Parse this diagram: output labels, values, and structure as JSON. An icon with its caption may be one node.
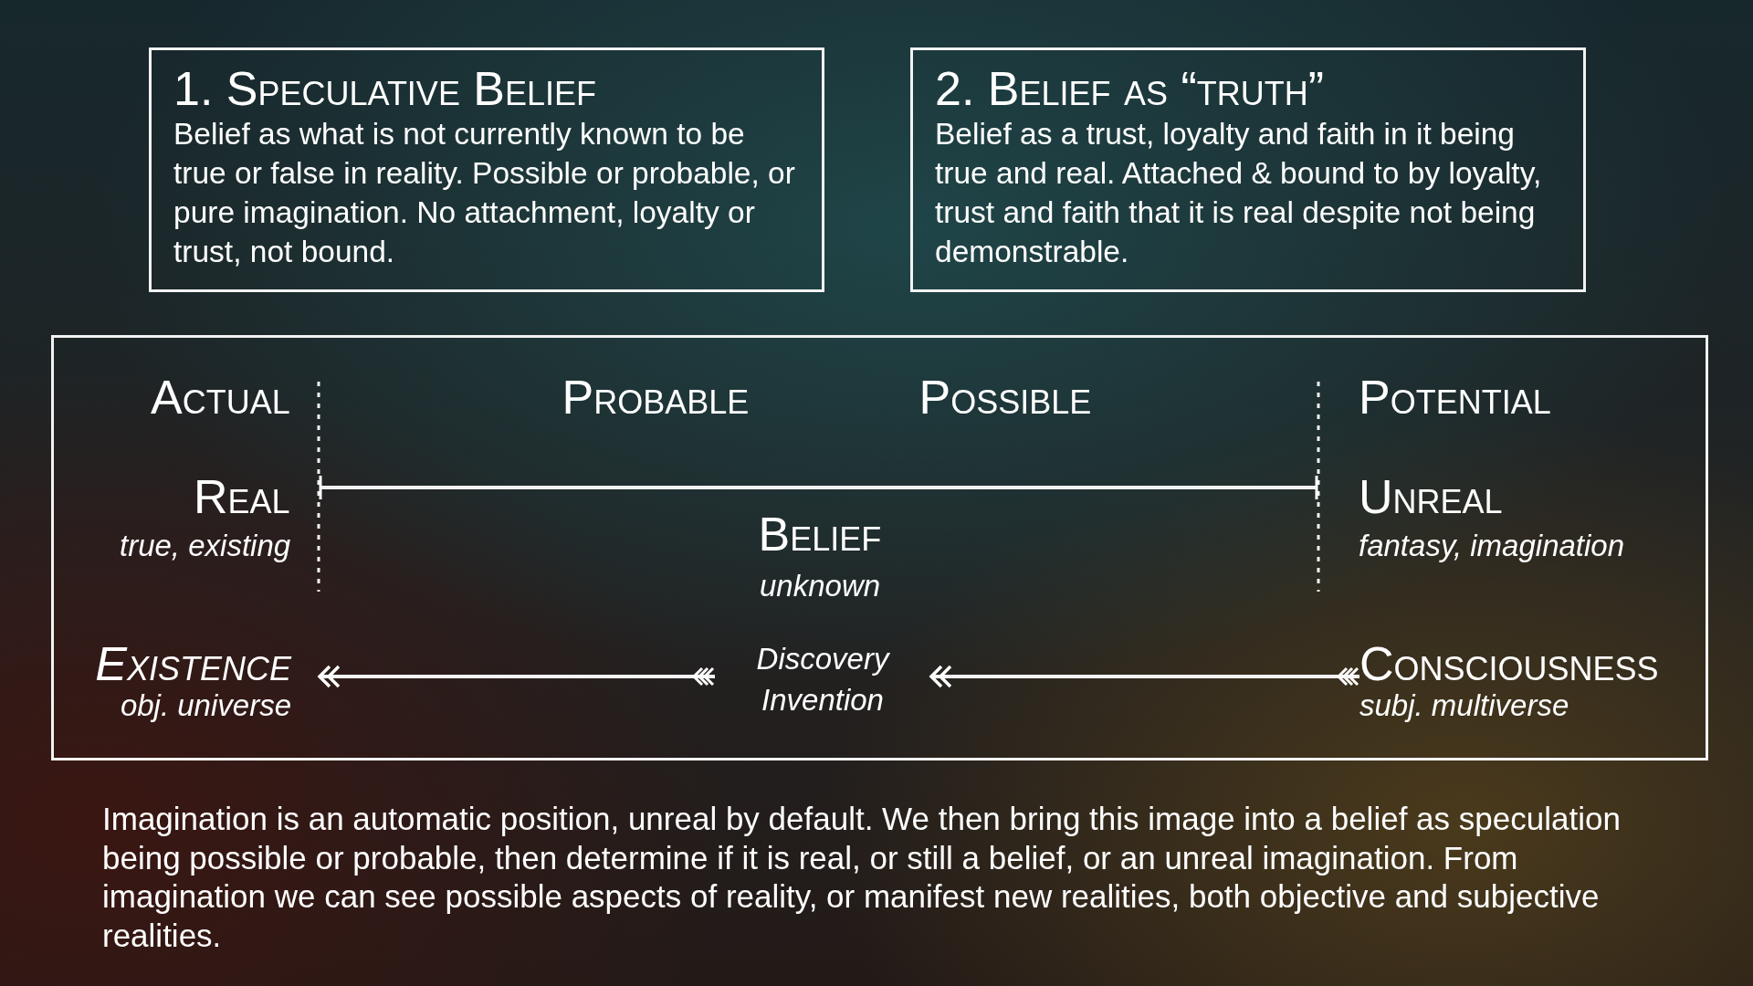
{
  "diagram": {
    "caption": "Imagination is an automatic position, unreal by default. We then bring this image into a belief as speculation being possible or probable, then determine if it is real, or still a belief, or an unreal imagination. From imagination we can see possible aspects of reality, or manifest new realities, both objective and subjective realities.",
    "nodes": [
      {
        "text": [
          "1. Speculative Belief",
          "Belief as what is not currently known to be true or false in reality. Possible or probable, or pure imagination. No attachment, loyalty or trust, not bound."
        ]
      },
      {
        "text": [
          "2. Belief as “truth”",
          "Belief as a trust, loyalty and faith in it being true and real. Attached & bound to by loyalty, trust and faith that it is real despite not being demonstrable."
        ]
      },
      {
        "text": [],
        "shape": "box"
      },
      {
        "text": [
          "Existence",
          "obj. universe"
        ],
        "in": 2
      },
      {
        "text": [
          "Discovery Invention"
        ],
        "in": 2
      },
      {
        "text": [
          "Consciousness",
          "subj. multiverse"
        ],
        "in": 2
      }
    ],
    "edges": [
      {
        "from": 4,
        "to": 3,
        "arrow": "to"
      },
      {
        "from": 5,
        "to": 4,
        "arrow": "to"
      }
    ],
    "labels": [
      "Actual",
      "Probable",
      "Possible",
      "Potential",
      "Real",
      "Unreal",
      "true, existing",
      "Belief",
      "fantasy, imagination",
      "unknown"
    ]
  }
}
